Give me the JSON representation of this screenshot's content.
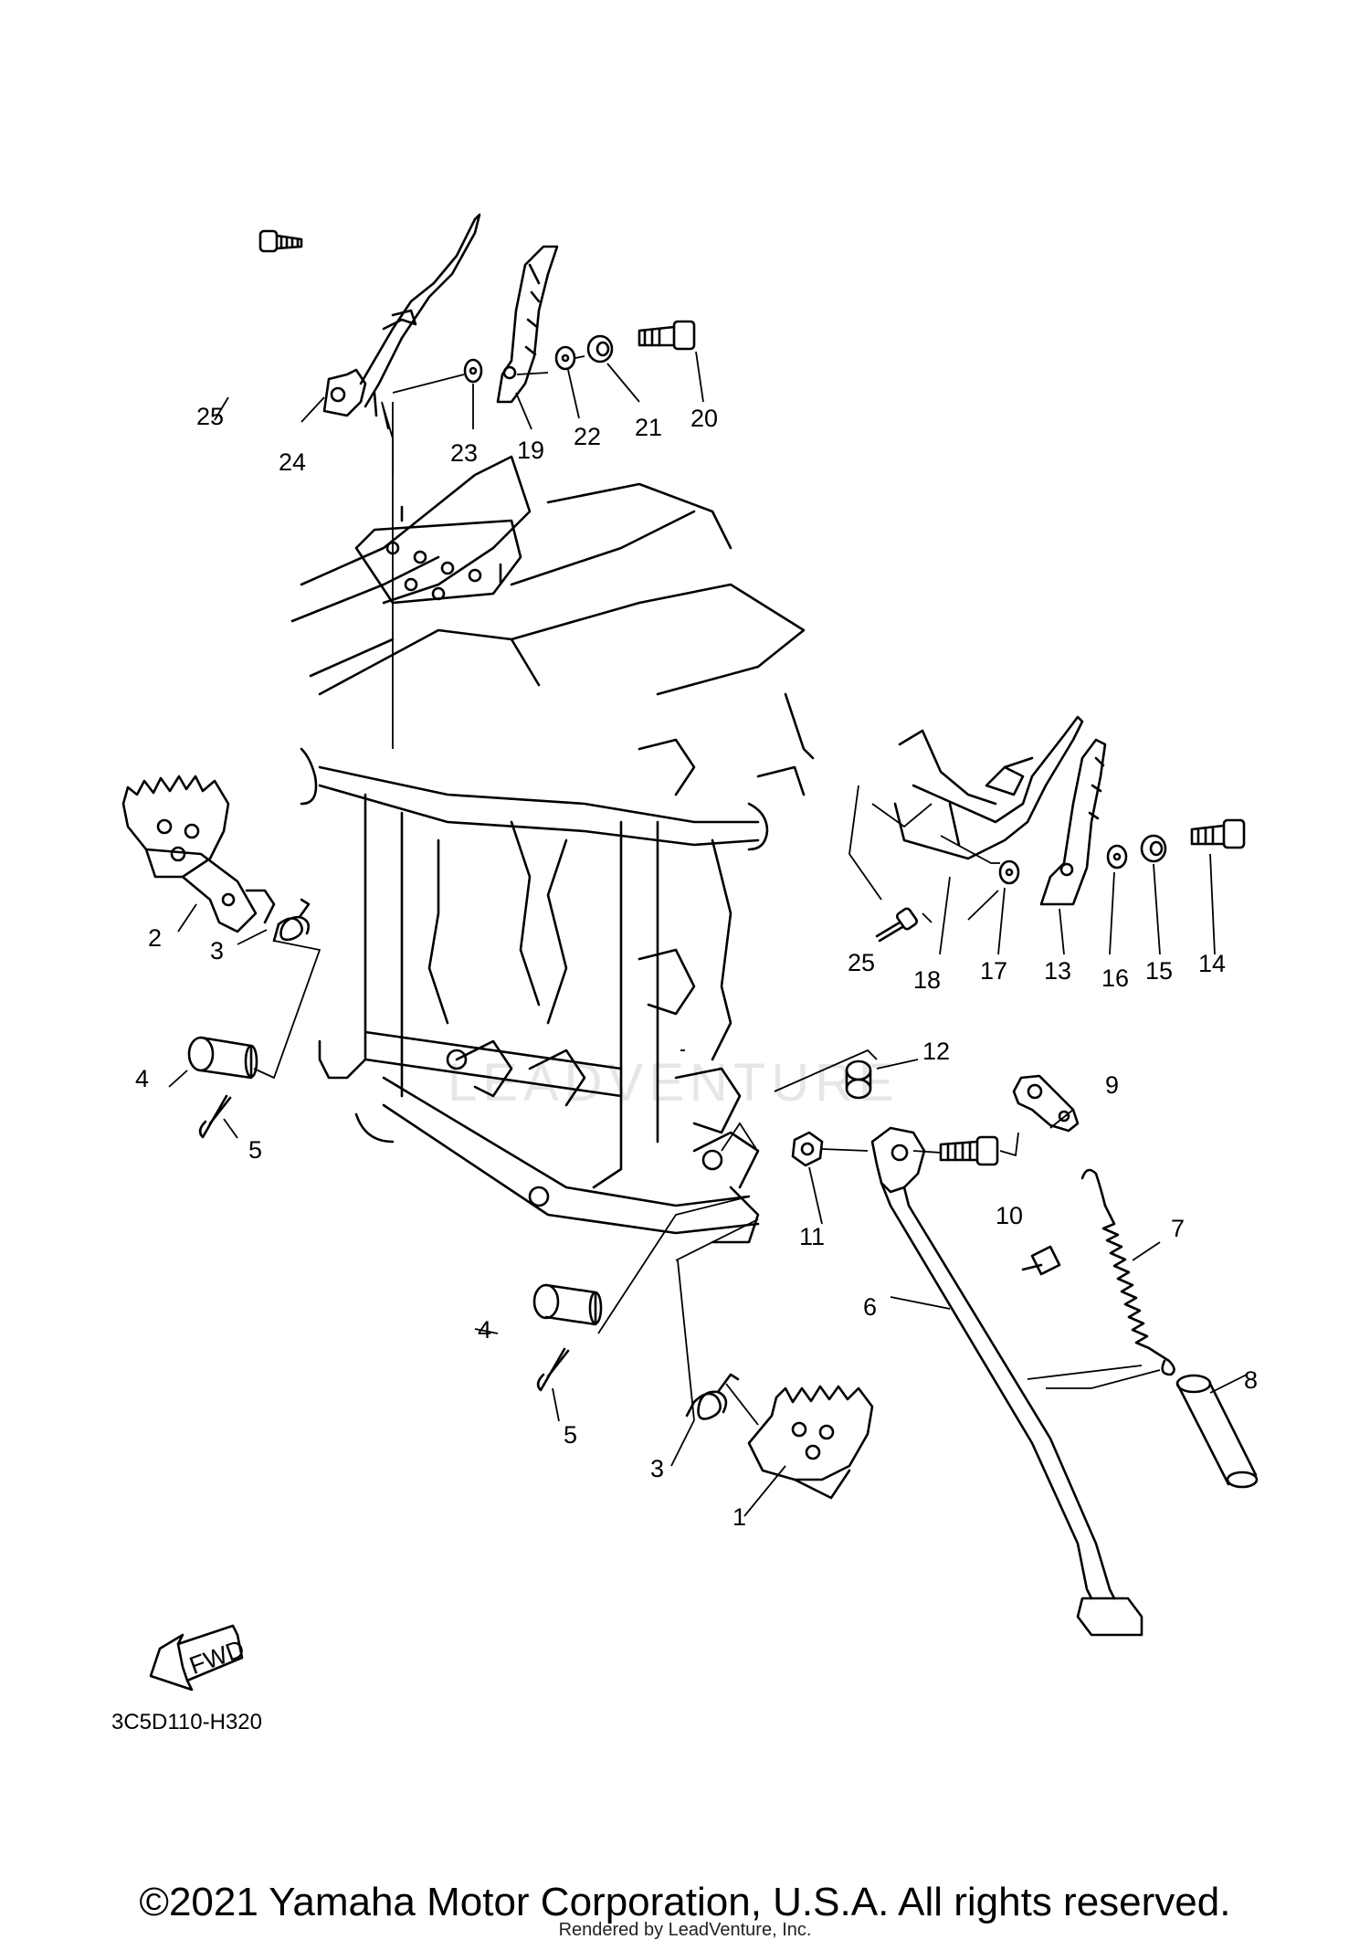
{
  "diagram": {
    "diagram_code": "3C5D110-H320",
    "fwd_label": "FWD",
    "watermark": "LEADVENTURE",
    "part_labels": [
      "1",
      "2",
      "3",
      "3",
      "4",
      "4",
      "5",
      "5",
      "6",
      "7",
      "8",
      "9",
      "10",
      "11",
      "12",
      "13",
      "14",
      "15",
      "16",
      "17",
      "18",
      "19",
      "20",
      "21",
      "22",
      "23",
      "24",
      "25",
      "25"
    ]
  },
  "footer": {
    "copyright": "©2021 Yamaha Motor Corporation, U.S.A. All rights reserved.",
    "rendered_by": "Rendered by LeadVenture, Inc."
  }
}
